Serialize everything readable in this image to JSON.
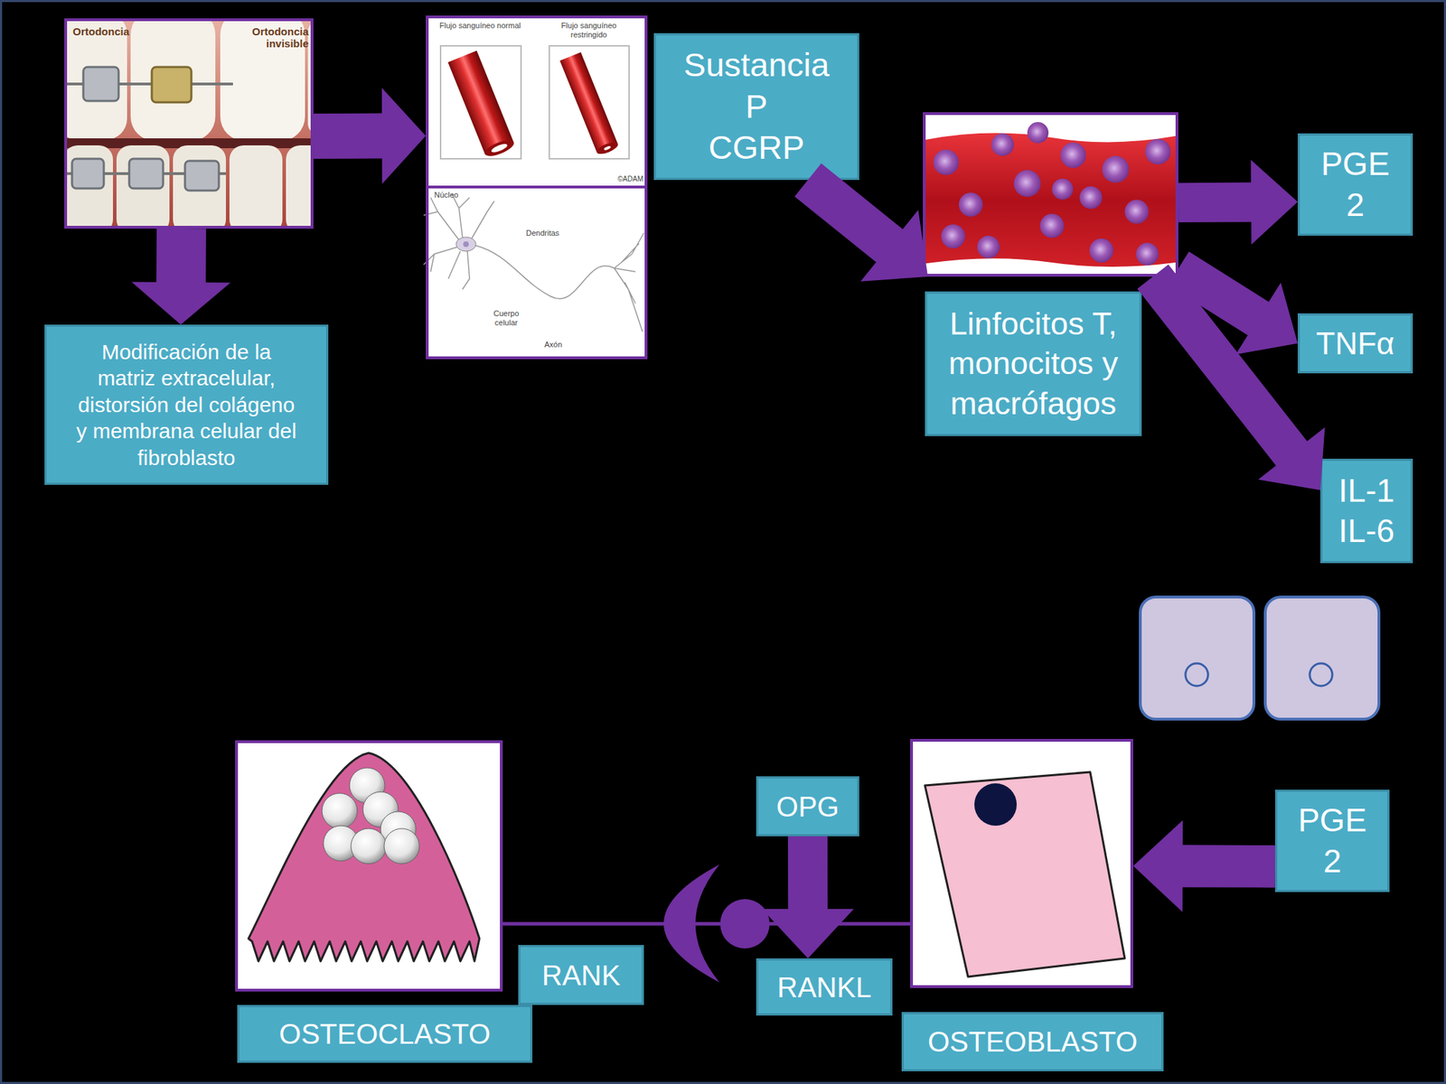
{
  "diagram": {
    "nodes": [
      {
        "text": [
          "Ortodoncia",
          "Ortodoncia invisible"
        ]
      },
      {
        "text": [
          "Modificación de la matriz extracelular, distorsión del colágeno y membrana celular del fibroblasto"
        ]
      },
      {
        "text": [
          "Flujo sanguíneo normal",
          "Flujo sanguíneo restringido",
          "©ADAM",
          "Núcleo",
          "Dendritas",
          "Cuerpo celular",
          "Axón"
        ]
      },
      {
        "text": [
          "Sustancia P",
          "CGRP"
        ]
      },
      {
        "text": [
          "Linfocitos T, monocitos y macrófagos"
        ]
      },
      {
        "text": [
          "PGE 2"
        ]
      },
      {
        "text": [
          "TNFα"
        ]
      },
      {
        "text": [
          "IL-1 IL-6"
        ]
      },
      {
        "text": [
          "PGE 2"
        ]
      },
      {
        "text": [
          "OSTEOBLASTO"
        ]
      },
      {
        "text": [
          "OPG"
        ]
      },
      {
        "text": [
          "RANKL"
        ]
      },
      {
        "text": [
          "RANK"
        ]
      },
      {
        "text": [
          "OSTEOCLASTO"
        ]
      }
    ],
    "edges": [
      {
        "from": 0,
        "to": 2,
        "arrow": "to"
      },
      {
        "from": 0,
        "to": 1,
        "arrow": "to"
      },
      {
        "from": 3,
        "to": 4,
        "arrow": "to"
      },
      {
        "from": 4,
        "to": 5,
        "arrow": "to"
      },
      {
        "from": 4,
        "to": 6,
        "arrow": "to"
      },
      {
        "from": 4,
        "to": 7,
        "arrow": "to"
      },
      {
        "from": 8,
        "to": 9,
        "arrow": "to"
      },
      {
        "from": 10,
        "to": 11,
        "arrow": "to"
      },
      {
        "from": 13,
        "to": 9,
        "arrow": "none"
      }
    ]
  }
}
